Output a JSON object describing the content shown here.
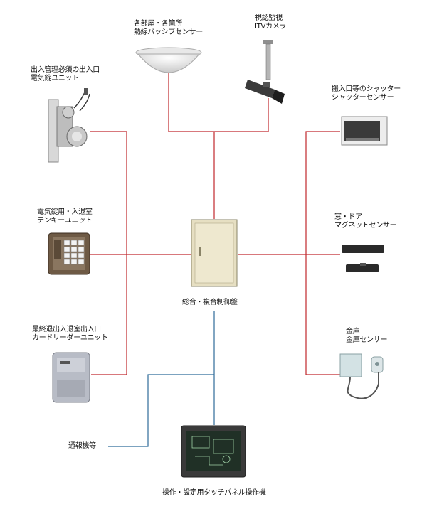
{
  "labels": {
    "electric_lock": [
      "出入管理必須の出入口",
      "電気錠ユニット"
    ],
    "passive_sensor": [
      "各部屋・各箇所",
      "熱線パッシブセンサー"
    ],
    "camera": [
      "視認監視",
      "ITVカメラ"
    ],
    "shutter_sensor": [
      "搬入口等のシャッター",
      "シャッターセンサー"
    ],
    "tenkey": [
      "電気錠用・入退室",
      "テンキーユニット"
    ],
    "magnet_sensor": [
      "窓・ドア",
      "マグネットセンサー"
    ],
    "control_panel": "総合・複合制御盤",
    "card_reader": [
      "最終退出入退室出入口",
      "カードリーダーユニット"
    ],
    "safe_sensor": [
      "金庫",
      "金庫センサー"
    ],
    "comm_device": "通報機等",
    "touch_panel": "操作・設定用タッチパネル操作機"
  },
  "colors": {
    "power_wire": "#c0282d",
    "comm_wire": "#2f6c9a"
  }
}
